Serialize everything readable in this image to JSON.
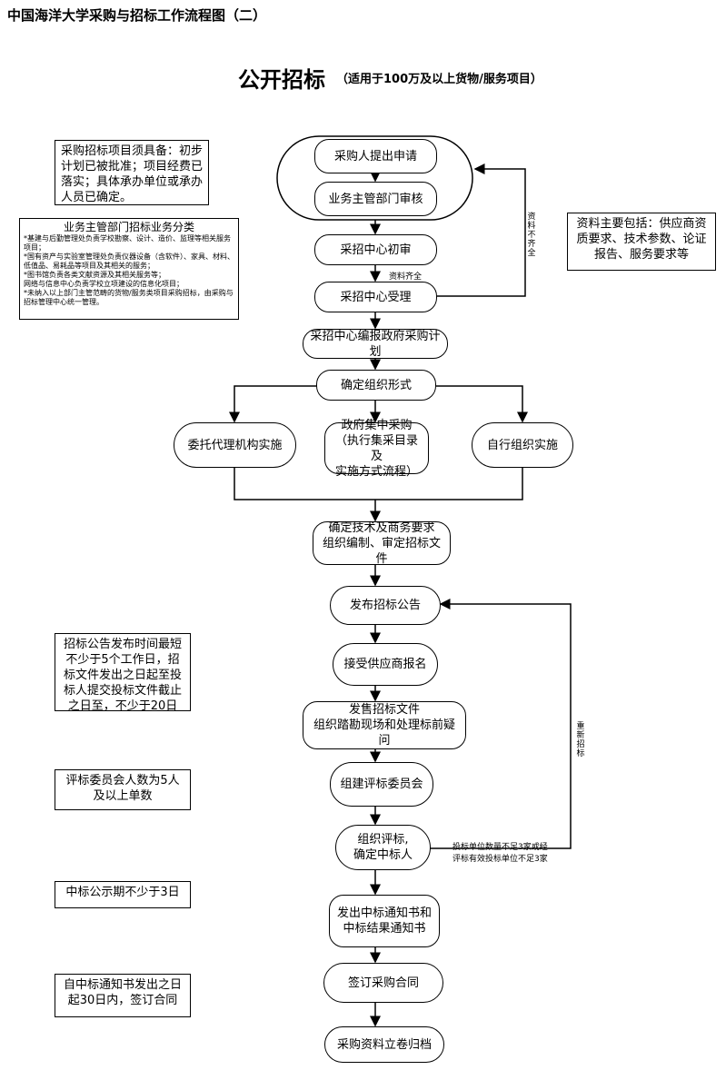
{
  "header": {
    "doc_title": "中国海洋大学采购与招标工作流程图（二）",
    "main_title": "公开招标",
    "main_subtitle": "（适用于100万及以上货物/服务项目）"
  },
  "nodes": {
    "apply": "采购人提出申请",
    "dept_review": "业务主管部门审核",
    "center_first_review": "采招中心初审",
    "center_accept": "采招中心受理",
    "gov_plan": "采招中心编报政府采购计划",
    "org_form": "确定组织形式",
    "agency": "委托代理机构实施",
    "gov_central": "政府集中采购\n（执行集采目录及\n实施方式流程）",
    "self_org": "自行组织实施",
    "tech_req": "确定技术及商务要求\n组织编制、审定招标文件",
    "publish": "发布招标公告",
    "register": "接受供应商报名",
    "sell_docs": "发售招标文件\n组织踏勘现场和处理标前疑问",
    "committee": "组建评标委员会",
    "evaluate": "组织评标,\n确定中标人",
    "notice": "发出中标通知书和\n中标结果通知书",
    "contract": "签订采购合同",
    "archive": "采购资料立卷归档"
  },
  "labels": {
    "docs_incomplete": "资料不齐全",
    "docs_complete": "资料齐全",
    "rebid": "重新招标",
    "rebid_condition_1": "投标单位数量不足3家或经",
    "rebid_condition_2": "评标有效投标单位不足3家"
  },
  "notes": {
    "prereq": "采购招标项目须具备：初步计划已被批准；项目经费已落实；具体承办单位或承办人员已确定。",
    "dept_title": "业务主管部门招标业务分类",
    "dept_body": "*基建与后勤管理处负责学校勘察、设计、造价、监理等相关服务项目；\n*国有资产与实验室管理处负责仪器设备（含软件）、家具、材料、低值品、易耗品等项目及其相关的服务；\n*图书馆负责各类文献资源及其相关服务等；\n网络与信息中心负责学校立项建设的信息化项目；\n*未纳入以上部门主管范畴的货物/服务类项目采购招标，由采购与招标管理中心统一管理。",
    "materials": "资料主要包括：供应商资质要求、技术参数、论证报告、服务要求等",
    "announce_time": "招标公告发布时间最短不少于5个工作日，招标文件发出之日起至投标人提交投标文件截止之日至，不少于20日",
    "committee_size": "评标委员会人数为5人及以上单数",
    "public_period": "中标公示期不少于3日",
    "contract_time": "自中标通知书发出之日起30日内，签订合同"
  }
}
